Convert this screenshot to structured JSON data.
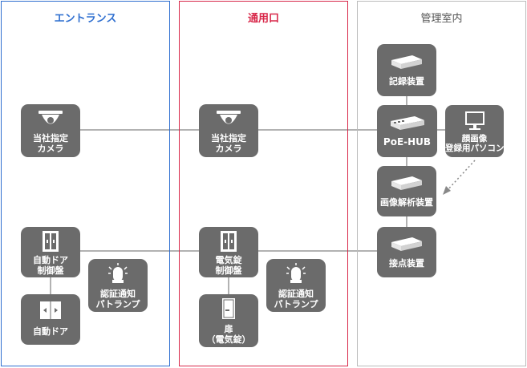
{
  "zones": {
    "entrance": {
      "title": "エントランス",
      "color": "#2f6fd0"
    },
    "service": {
      "title": "通用口",
      "color": "#d8284a"
    },
    "office": {
      "title": "管理室内",
      "color": "#555555"
    }
  },
  "nodes": {
    "cam1": {
      "line1": "当社指定",
      "line2": "カメラ",
      "icon": "dome-camera-icon"
    },
    "cam2": {
      "line1": "当社指定",
      "line2": "カメラ",
      "icon": "dome-camera-icon"
    },
    "recorder": {
      "line1": "記録装置",
      "icon": "device-box-icon"
    },
    "hub": {
      "line1": "PoE-HUB",
      "icon": "network-hub-icon"
    },
    "pc": {
      "line1": "顔画像",
      "line2": "登録用パソコン",
      "icon": "monitor-icon"
    },
    "analyzer": {
      "line1": "画像解析装置",
      "icon": "device-box-icon"
    },
    "contact": {
      "line1": "接点装置",
      "icon": "device-box-icon"
    },
    "autodoor_panel": {
      "line1": "自動ドア",
      "line2": "制御盤",
      "icon": "control-panel-icon"
    },
    "autodoor": {
      "line1": "自動ドア",
      "icon": "sliding-door-icon"
    },
    "lamp1": {
      "line1": "認証通知",
      "line2": "パトランプ",
      "icon": "patrol-lamp-icon"
    },
    "elock_panel": {
      "line1": "電気錠",
      "line2": "制御盤",
      "icon": "control-panel-icon"
    },
    "door": {
      "line1": "扉",
      "line2": "（電気錠）",
      "icon": "door-icon"
    },
    "lamp2": {
      "line1": "認証通知",
      "line2": "パトランプ",
      "icon": "patrol-lamp-icon"
    }
  },
  "colors": {
    "node": "#6b6b6b",
    "line": "#999999"
  }
}
